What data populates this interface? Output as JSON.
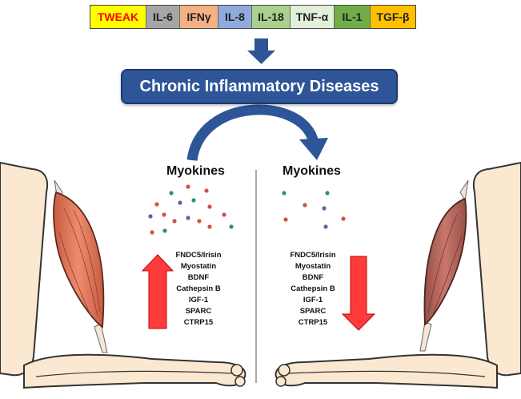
{
  "cytokines": [
    {
      "label": "TWEAK",
      "color": "#ffff00",
      "text_color": "#ff0000",
      "width": 70
    },
    {
      "label": "IL-6",
      "color": "#a6a6a6",
      "text_color": "#222222",
      "width": 42
    },
    {
      "label": "IFNγ",
      "color": "#f4b183",
      "text_color": "#222222",
      "width": 48
    },
    {
      "label": "IL-8",
      "color": "#8faadc",
      "text_color": "#222222",
      "width": 42
    },
    {
      "label": "IL-18",
      "color": "#a9d18e",
      "text_color": "#222222",
      "width": 48
    },
    {
      "label": "TNF-α",
      "color": "#e2f0d9",
      "text_color": "#222222",
      "width": 55
    },
    {
      "label": "IL-1",
      "color": "#70ad47",
      "text_color": "#222222",
      "width": 45
    },
    {
      "label": "TGF-β",
      "color": "#ffc000",
      "text_color": "#222222",
      "width": 56
    }
  ],
  "banner": {
    "label": "Chronic Inflammatory Diseases",
    "color": "#2e5597"
  },
  "left_panel": {
    "title": "Myokines",
    "direction": "up",
    "items": [
      "FNDC5/Irisin",
      "Myostatin",
      "BDNF",
      "Cathepsin B",
      "IGF-1",
      "SPARC",
      "CTRP15"
    ]
  },
  "right_panel": {
    "title": "Myokines",
    "direction": "down",
    "items": [
      "FNDC5/Irisin",
      "Myostatin",
      "BDNF",
      "Cathepsin B",
      "IGF-1",
      "SPARC",
      "CTRP15"
    ]
  },
  "colors": {
    "arrow_blue": "#2e5597",
    "arrow_red": "#ff3b3b",
    "bone": "#fbe8d0",
    "muscle_healthy": "#e0795b",
    "muscle_diseased": "#b5655a",
    "dot_green": "#2f8f6f",
    "dot_red": "#d0504a",
    "dot_purple": "#7b52a6"
  }
}
